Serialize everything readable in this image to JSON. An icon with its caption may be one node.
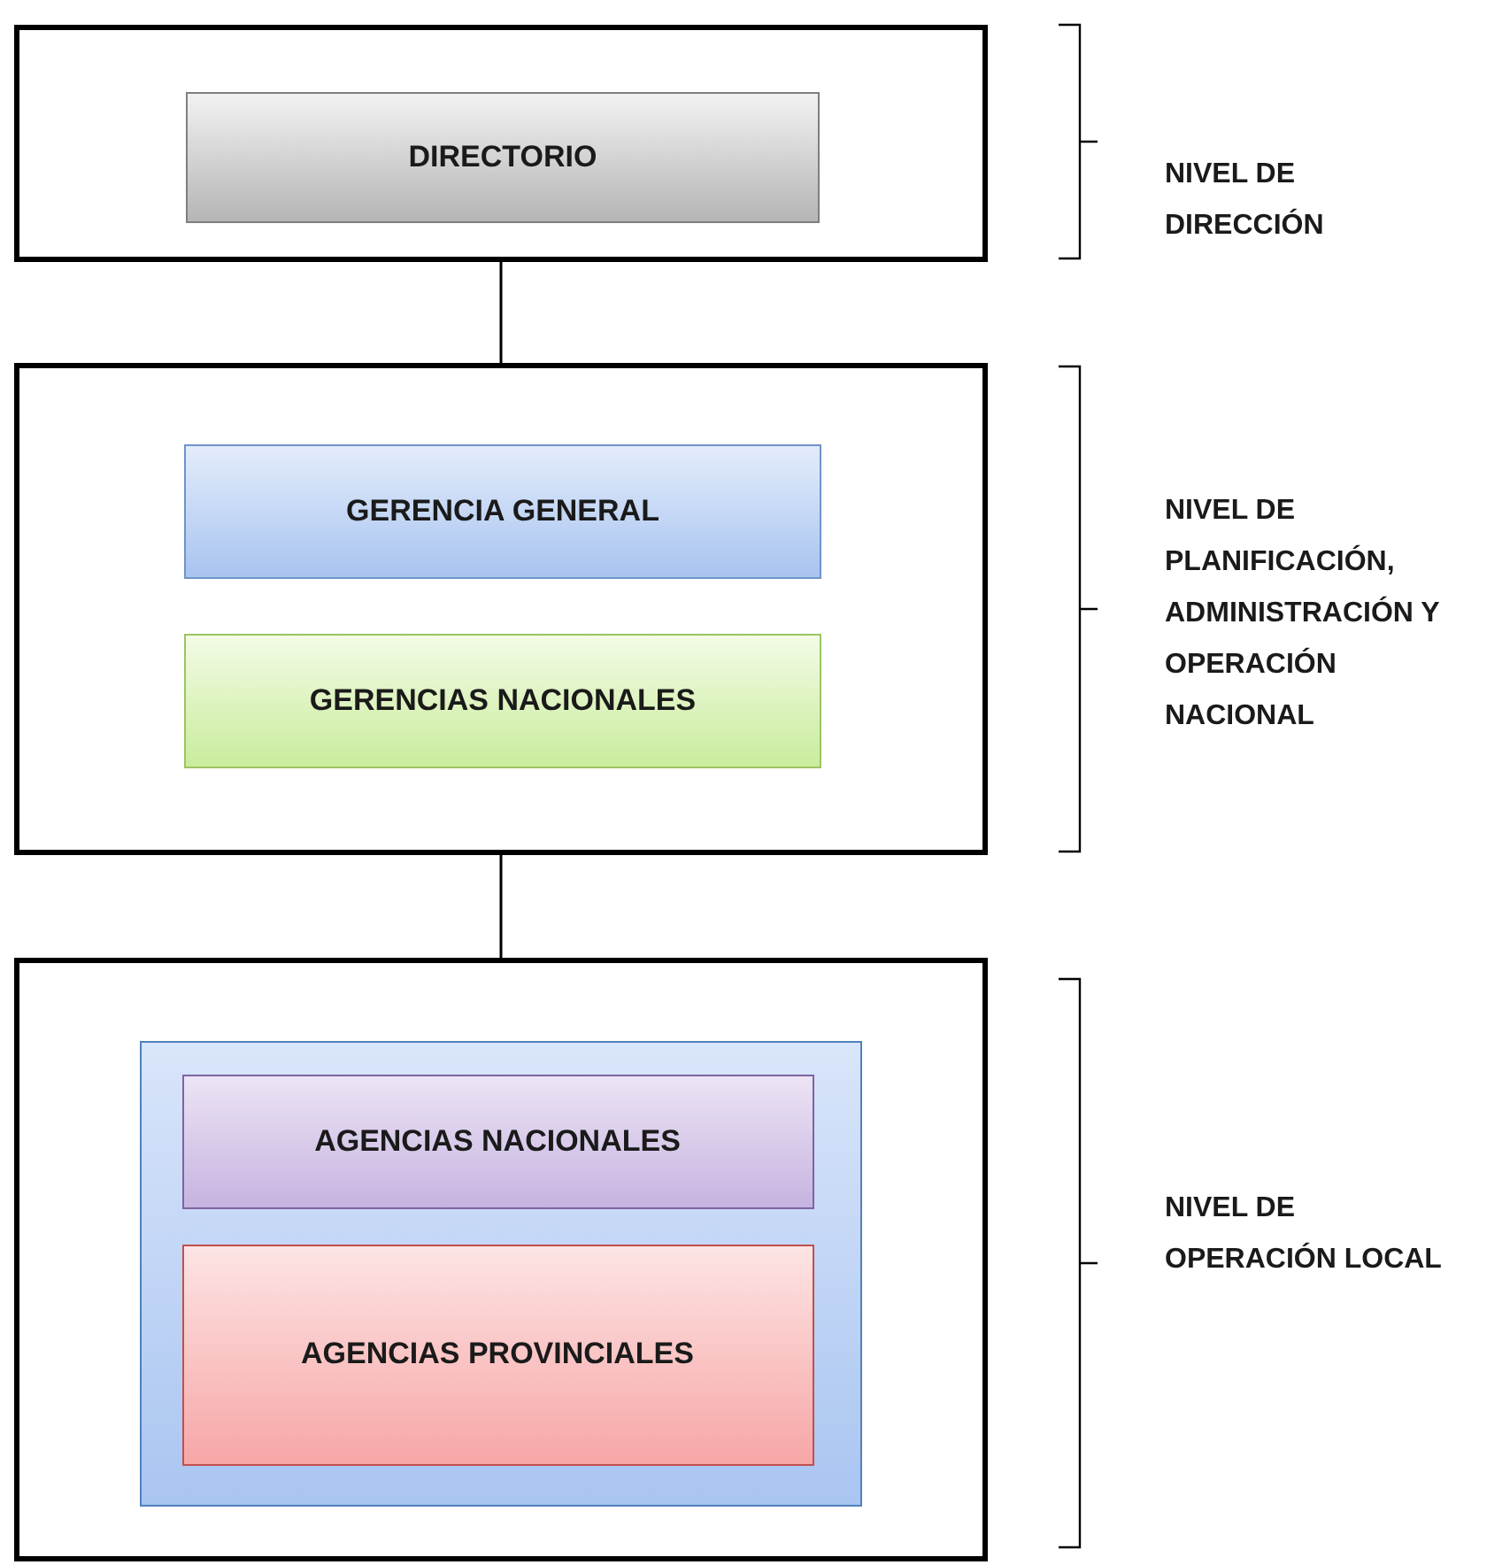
{
  "diagram": {
    "nodes": [
      {
        "text": [],
        "shape": "box"
      },
      {
        "text": [
          "DIRECTORIO"
        ],
        "in": 0
      },
      {
        "text": [],
        "shape": "box"
      },
      {
        "text": [
          "GERENCIA GENERAL"
        ],
        "in": 2
      },
      {
        "text": [
          "GERENCIAS NACIONALES"
        ],
        "in": 2
      },
      {
        "text": [],
        "shape": "box"
      },
      {
        "text": [],
        "shape": "box",
        "in": 5
      },
      {
        "text": [
          "AGENCIAS NACIONALES"
        ],
        "in": 6
      },
      {
        "text": [
          "AGENCIAS PROVINCIALES"
        ],
        "in": 6
      }
    ],
    "edges": [
      {
        "from": 0,
        "to": 2,
        "arrow": "none"
      },
      {
        "from": 2,
        "to": 5,
        "arrow": "none"
      }
    ],
    "labels": [
      "NIVEL DE DIRECCIÓN",
      "NIVEL DE PLANIFICACIÓN, ADMINISTRACIÓN Y OPERACIÓN NACIONAL",
      "NIVEL DE OPERACIÓN LOCAL"
    ]
  }
}
